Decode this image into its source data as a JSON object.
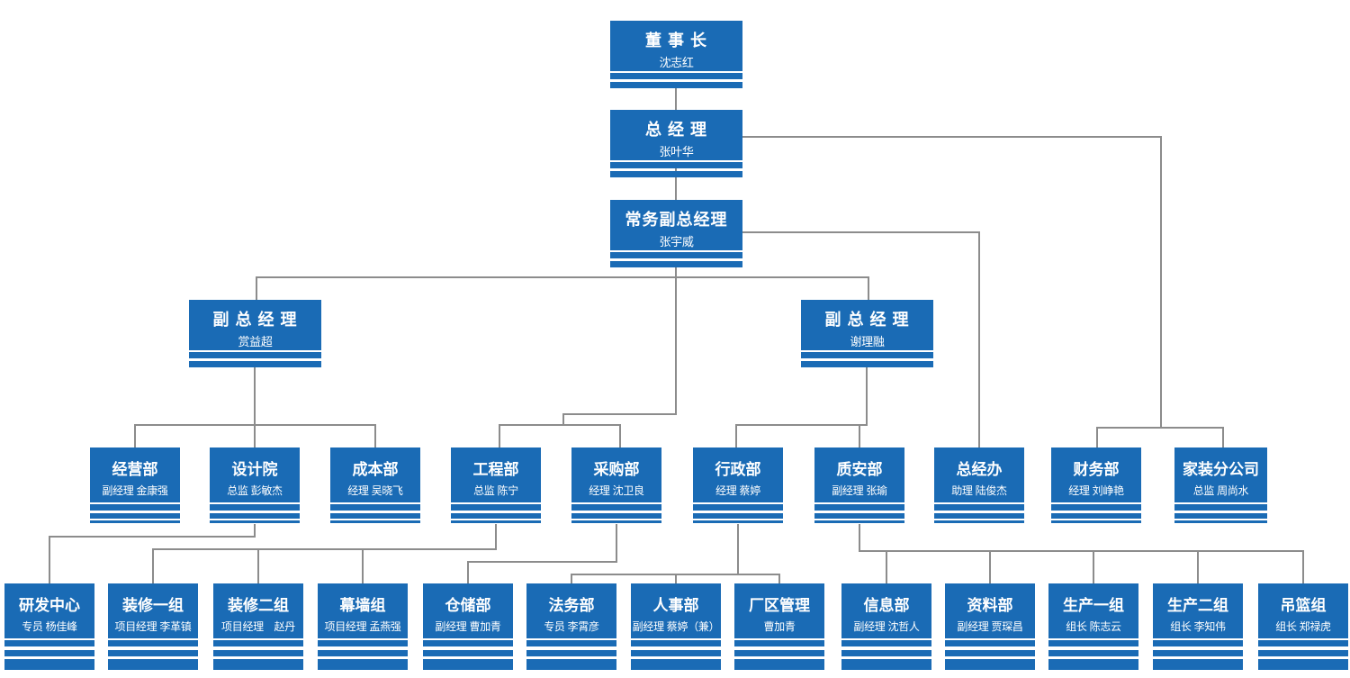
{
  "palette": {
    "box_blue": "#1a6bb5",
    "line_gray": "#8c8c8c",
    "text_white": "#ffffff",
    "background": "#ffffff"
  },
  "diagram_type": "org-chart",
  "nodes": [
    {
      "title": "董 事 长",
      "person": "沈志红",
      "parent": null
    },
    {
      "title": "总 经 理",
      "person": "张叶华",
      "parent": "董事长"
    },
    {
      "title": "常务副总经理",
      "person": "张宇威",
      "parent": "总经理"
    },
    {
      "title": "副 总 经 理",
      "person": "赏益超",
      "parent": "常务副总经理"
    },
    {
      "title": "副 总 经 理",
      "person": "谢理融",
      "parent": "常务副总经理"
    },
    {
      "title": "经营部",
      "person": "副经理 金康强",
      "parent": "副总经理 赏益超"
    },
    {
      "title": "设计院",
      "person": "总监 彭敏杰",
      "parent": "副总经理 赏益超"
    },
    {
      "title": "成本部",
      "person": "经理 吴晓飞",
      "parent": "副总经理 赏益超"
    },
    {
      "title": "工程部",
      "person": "总监 陈宁",
      "parent": "常务副总经理"
    },
    {
      "title": "采购部",
      "person": "经理 沈卫良",
      "parent": "常务副总经理"
    },
    {
      "title": "行政部",
      "person": "经理 蔡婷",
      "parent": "副总经理 谢理融"
    },
    {
      "title": "质安部",
      "person": "副经理 张瑜",
      "parent": "副总经理 谢理融"
    },
    {
      "title": "总经办",
      "person": "助理 陆俊杰",
      "parent": "常务副总经理"
    },
    {
      "title": "财务部",
      "person": "经理 刘峥艳",
      "parent": "总经理"
    },
    {
      "title": "家装分公司",
      "person": "总监 周尚水",
      "parent": "总经理"
    },
    {
      "title": "研发中心",
      "person": "专员 杨佳峰",
      "parent": "设计院"
    },
    {
      "title": "装修一组",
      "person": "项目经理 李革镇",
      "parent": "工程部"
    },
    {
      "title": "装修二组",
      "person": "项目经理　赵丹",
      "parent": "工程部"
    },
    {
      "title": "幕墙组",
      "person": "项目经理 孟燕强",
      "parent": "工程部"
    },
    {
      "title": "仓储部",
      "person": "副经理 曹加青",
      "parent": "采购部"
    },
    {
      "title": "法务部",
      "person": "专员 李霄彦",
      "parent": "行政部"
    },
    {
      "title": "人事部",
      "person": "副经理 蔡婷（兼）",
      "parent": "行政部"
    },
    {
      "title": "厂区管理",
      "person": "曹加青",
      "parent": "行政部"
    },
    {
      "title": "信息部",
      "person": "副经理 沈哲人",
      "parent": "质安部"
    },
    {
      "title": "资料部",
      "person": "副经理 贾琛昌",
      "parent": "质安部"
    },
    {
      "title": "生产一组",
      "person": "组长 陈志云",
      "parent": "质安部"
    },
    {
      "title": "生产二组",
      "person": "组长 李知伟",
      "parent": "质安部"
    },
    {
      "title": "吊篮组",
      "person": "组长 郑禄虎",
      "parent": "质安部"
    }
  ]
}
